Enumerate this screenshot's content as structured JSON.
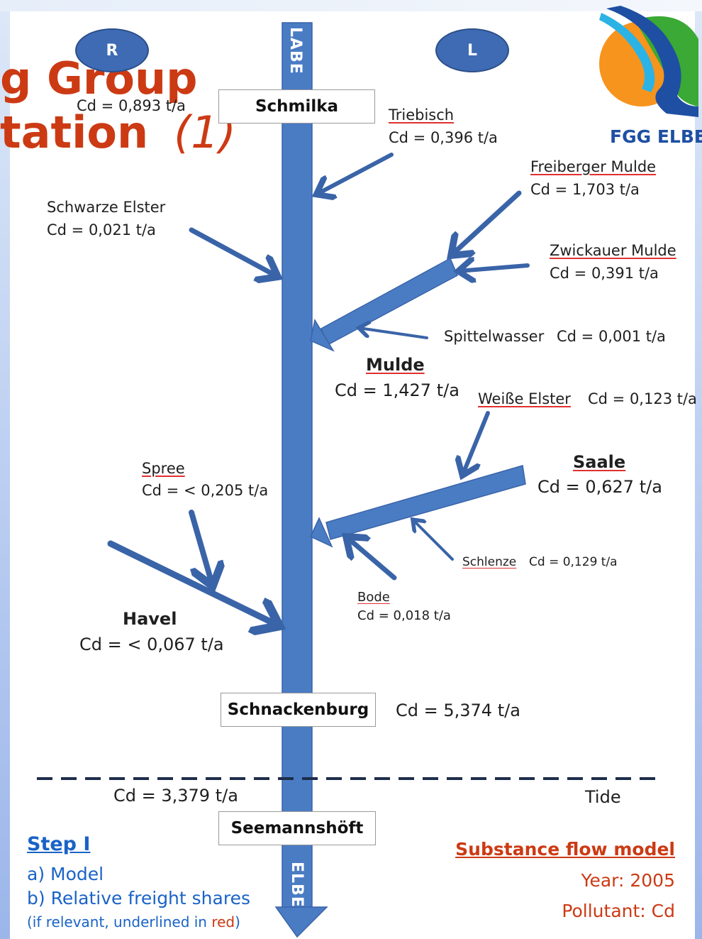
{
  "slide_title": {
    "line1": "g Group",
    "line2": "tation",
    "number": "(1)"
  },
  "sides": {
    "right_bank": "R",
    "left_bank": "L"
  },
  "river": {
    "top_label": "LABE",
    "bottom_label": "ELBE"
  },
  "logo": {
    "text": "FGG ELBE",
    "colors": {
      "orange": "#f7941d",
      "green": "#3aa935",
      "blue": "#1e4fa3",
      "cyan": "#2bb3e6"
    }
  },
  "stations": {
    "schmilka": {
      "name": "Schmilka",
      "value": "Cd = 0,893 t/a"
    },
    "schnackenburg": {
      "name": "Schnackenburg",
      "value": "Cd = 5,374 t/a"
    },
    "seemannshoeft": {
      "name": "Seemannshöft",
      "value": "Cd = 3,379 t/a"
    }
  },
  "tributaries": {
    "triebisch": {
      "name": "Triebisch",
      "value": "Cd = 0,396 t/a"
    },
    "freiberger_mulde": {
      "name": "Freiberger Mulde",
      "value": "Cd = 1,703 t/a"
    },
    "schwarze_elster": {
      "name": "Schwarze Elster",
      "value": "Cd = 0,021 t/a"
    },
    "zwickauer_mulde": {
      "name": "Zwickauer Mulde",
      "value": "Cd = 0,391 t/a"
    },
    "spittelwasser": {
      "name": "Spittelwasser",
      "value": "Cd = 0,001 t/a"
    },
    "mulde": {
      "name": "Mulde",
      "value": "Cd = 1,427 t/a"
    },
    "weisse_elster": {
      "name": "Weiße Elster",
      "value": "Cd = 0,123 t/a"
    },
    "saale": {
      "name": "Saale",
      "value": "Cd = 0,627 t/a"
    },
    "spree": {
      "name": "Spree",
      "value": "Cd = < 0,205 t/a"
    },
    "schlenze": {
      "name": "Schlenze",
      "value": "Cd =  0,129 t/a"
    },
    "bode": {
      "name": "Bode",
      "value": "Cd = 0,018 t/a"
    },
    "havel": {
      "name": "Havel",
      "value": "Cd = < 0,067 t/a"
    }
  },
  "tide_label": "Tide",
  "step": {
    "title": "Step I",
    "item_a": "a)  Model",
    "item_b": "b)  Relative freight shares",
    "note_prefix": "(if relevant, underlined in ",
    "note_red": "red",
    "note_suffix": ")"
  },
  "model_info": {
    "title": "Substance flow model",
    "year": "Year: 2005",
    "pollutant": "Pollutant: Cd"
  },
  "colors": {
    "river": "#4a7cc4",
    "river_stroke": "#3a64a8",
    "title_red": "#cc3a14",
    "step_blue": "#1a63c6"
  }
}
